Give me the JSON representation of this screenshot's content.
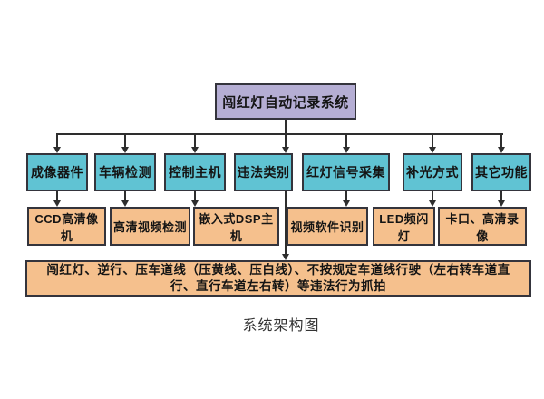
{
  "page": {
    "caption": "系统架构图"
  },
  "diagram": {
    "root_label": "闯红灯自动记录系统",
    "level2_labels": [
      "成像器件",
      "车辆检测",
      "控制主机",
      "违法类别",
      "红灯信号采集",
      "补光方式",
      "其它功能"
    ],
    "level3_labels": [
      "CCD高清像机",
      "高清视频检测",
      "嵌入式DSP主机",
      "视频软件识别",
      "LED频闪灯",
      "卡口、高清录像"
    ],
    "bottom_label": "闯红灯、逆行、压车道线（压黄线、压白线）、不按规定车道线行驶（左右转车道直行、直行车道左右转）等违法行为抓拍",
    "colors": {
      "root_fill": "#b5aed4",
      "level2_fill": "#60c3d3",
      "level3_fill": "#f5c08d",
      "border": "#34343c",
      "connector": "#2e2e2e",
      "background": "#ffffff",
      "text": "#141414"
    }
  }
}
